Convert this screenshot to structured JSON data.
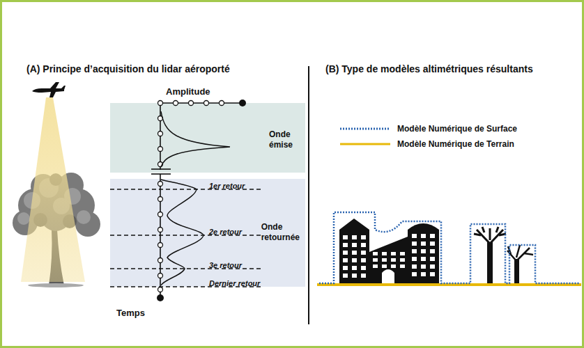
{
  "diagram": {
    "nodes": [
      {
        "text": [
          "Onde émise"
        ]
      },
      {
        "text": [
          "Onde retournée"
        ]
      }
    ],
    "labels": [
      "(A) Principe d’acquisition du lidar aéroporté",
      "Amplitude",
      "1er retour",
      "2e retour",
      "3e retour",
      "Dernier retour",
      "Temps",
      "(B) Type de modèles altimétriques résultants"
    ],
    "legend": [
      {
        "text": "Modèle Numérique de Surface"
      },
      {
        "text": "Modèle Numérique de Terrain"
      }
    ]
  }
}
